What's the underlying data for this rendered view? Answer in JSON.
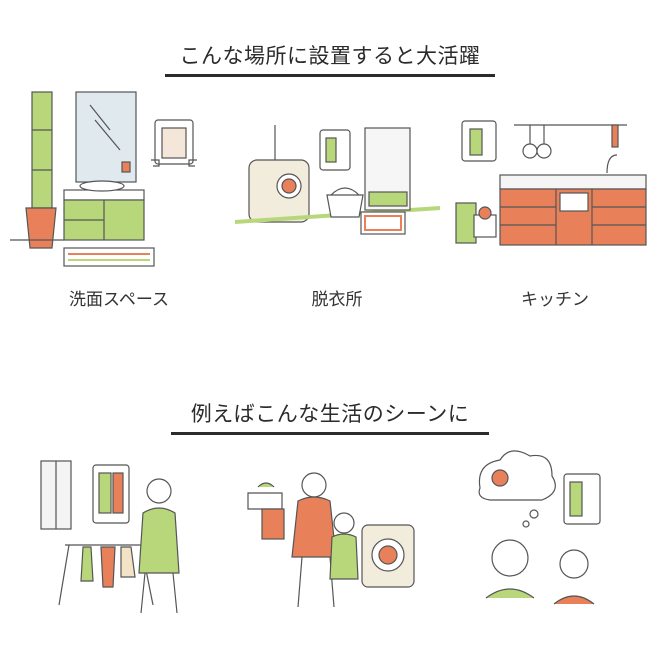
{
  "section_places": {
    "title": "こんな場所に設置すると大活躍",
    "items": [
      {
        "label": "洗面スペース",
        "icon": "washroom-illustration"
      },
      {
        "label": "脱衣所",
        "icon": "dressing-room-illustration"
      },
      {
        "label": "キッチン",
        "icon": "kitchen-illustration"
      }
    ]
  },
  "section_scenes": {
    "title": "例えばこんな生活のシーンに",
    "items": [
      {
        "icon": "laundry-drying-scene"
      },
      {
        "icon": "family-laundry-scene"
      },
      {
        "icon": "happy-couple-scene"
      }
    ]
  },
  "colors": {
    "accent_green": "#b7d77a",
    "accent_orange": "#e8805a",
    "line": "#555555"
  }
}
